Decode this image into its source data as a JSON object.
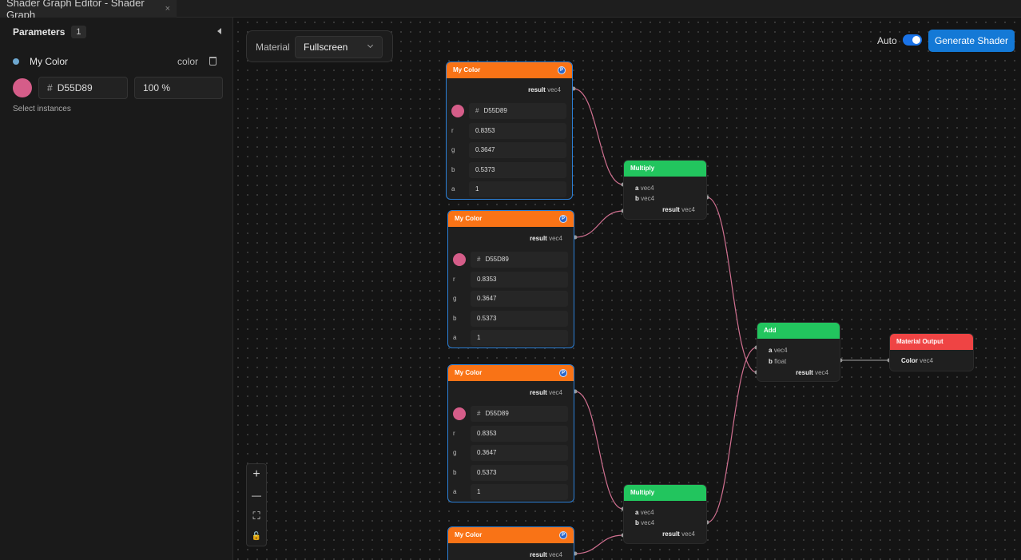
{
  "tab": {
    "title": "Shader Graph Editor - Shader Graph",
    "close": "×"
  },
  "sidebar": {
    "title": "Parameters",
    "count": "1",
    "param": {
      "name": "My Color",
      "type": "color",
      "hex_prefix": "#",
      "hex": "D55D89",
      "opacity": "100 %",
      "swatch_color": "#D55D89"
    },
    "select_instances": "Select instances"
  },
  "toolbar": {
    "material_label": "Material",
    "material_value": "Fullscreen",
    "auto_label": "Auto",
    "generate_label": "Generate Shader"
  },
  "zoom": {
    "plus": "+",
    "minus": "—",
    "fit": "⛶",
    "lock": "🔓"
  },
  "colors": {
    "accent": "#1479d6",
    "param_header": "#f97316",
    "op_header": "#22c55e",
    "output_header": "#ef4444",
    "wire": "#d07090"
  },
  "param_nodes": [
    {
      "title": "My Color",
      "badge": "P",
      "out_name": "result",
      "out_type": "vec4",
      "hash": "#",
      "hex": "D55D89",
      "r": "0.8353",
      "g": "0.3647",
      "b": "0.5373",
      "a": "1"
    },
    {
      "title": "My Color",
      "badge": "P",
      "out_name": "result",
      "out_type": "vec4",
      "hash": "#",
      "hex": "D55D89",
      "r": "0.8353",
      "g": "0.3647",
      "b": "0.5373",
      "a": "1"
    },
    {
      "title": "My Color",
      "badge": "P",
      "out_name": "result",
      "out_type": "vec4",
      "hash": "#",
      "hex": "D55D89",
      "r": "0.8353",
      "g": "0.3647",
      "b": "0.5373",
      "a": "1"
    },
    {
      "title": "My Color",
      "badge": "P",
      "out_name": "result",
      "out_type": "vec4"
    }
  ],
  "channel_labels": {
    "r": "r",
    "g": "g",
    "b": "b",
    "a": "a"
  },
  "multiply_nodes": [
    {
      "title": "Multiply",
      "in_a": "a",
      "in_a_type": "vec4",
      "in_b": "b",
      "in_b_type": "vec4",
      "out_name": "result",
      "out_type": "vec4"
    },
    {
      "title": "Multiply",
      "in_a": "a",
      "in_a_type": "vec4",
      "in_b": "b",
      "in_b_type": "vec4",
      "out_name": "result",
      "out_type": "vec4"
    }
  ],
  "add_node": {
    "title": "Add",
    "in_a": "a",
    "in_a_type": "vec4",
    "in_b": "b",
    "in_b_type": "float",
    "out_name": "result",
    "out_type": "vec4"
  },
  "output_node": {
    "title": "Material Output",
    "in_name": "Color",
    "in_type": "vec4"
  }
}
